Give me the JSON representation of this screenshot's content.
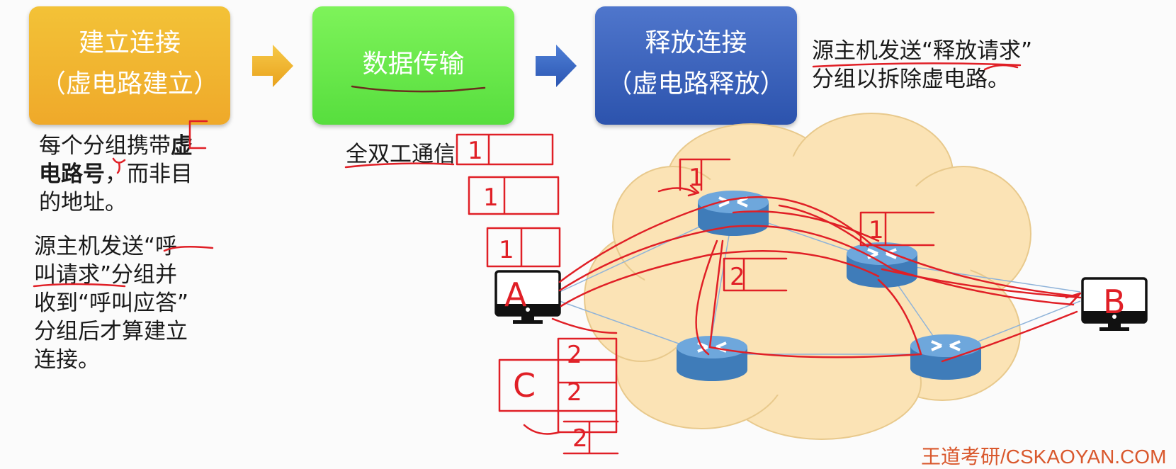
{
  "stages": [
    {
      "line1": "建立连接",
      "line2": "（虚电路建立）"
    },
    {
      "line1": "数据传输",
      "line2": ""
    },
    {
      "line1": "释放连接",
      "line2": "（虚电路释放）"
    }
  ],
  "notes": {
    "release": [
      "源主机发送“释放请求”",
      "分组以拆除虚电路。"
    ],
    "vc_number": {
      "line1_pre": "每个分组携带",
      "line1_bold": "虚",
      "line2_bold": "电路号",
      "line2_rest": "，而非目",
      "line3": "的地址。"
    },
    "full_duplex": "全双工通信",
    "call_request": [
      "源主机发送“呼",
      "叫请求”分组并",
      "收到“呼叫应答”",
      "分组后才算建立",
      "连接。"
    ]
  },
  "hosts": {
    "a": "A",
    "b": "B",
    "c": "C"
  },
  "packet_labels": [
    "1",
    "1",
    "1",
    "1",
    "1",
    "2",
    "2",
    "2",
    "2"
  ],
  "watermark": "王道考研/CSKAOYAN.COM",
  "colors": {
    "setup": "#efaf2c",
    "transfer": "#62e545",
    "release": "#3a60b8",
    "cloud": "#fbe3b5",
    "router": "#4d89c4",
    "ink": "#e01f26"
  }
}
